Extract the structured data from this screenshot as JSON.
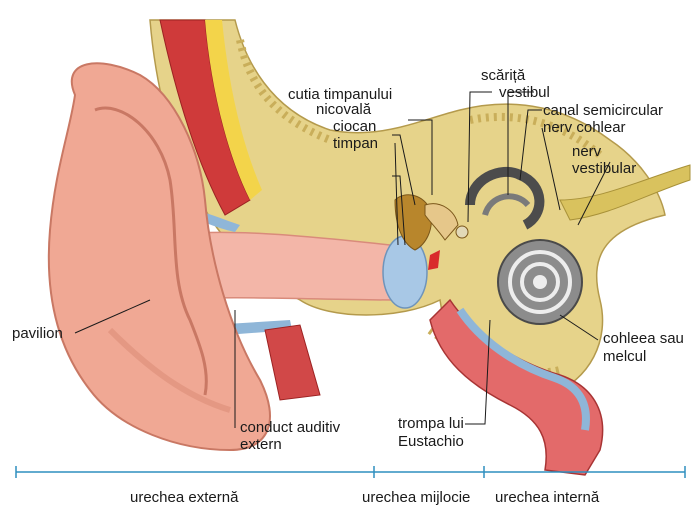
{
  "labels": {
    "cutia": "cutia timpanului",
    "nicovala": "nicovală",
    "ciocan": "ciocan",
    "timpan": "timpan",
    "scarita": "scăriță",
    "vestibul": "vestibul",
    "canal": "canal semicircular",
    "nerv_cohlear": "nerv cohlear",
    "nerv_vest_1": "nerv",
    "nerv_vest_2": "vestibular",
    "pavilion": "pavilion",
    "conduct_1": "conduct auditiv",
    "conduct_2": "extern",
    "trompa_1": "trompa lui",
    "trompa_2": "Eustachio",
    "cohleea_1": "cohleea sau",
    "cohleea_2": "melcul"
  },
  "regions": {
    "externa": "urechea externă",
    "mijlocie": "urechea mijlocie",
    "interna": "urechea internă"
  }
}
